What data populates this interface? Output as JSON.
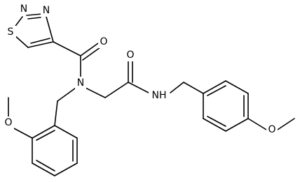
{
  "molecule": {
    "atoms": {
      "thiadiazole_N_top": "N",
      "thiadiazole_N_right": "N",
      "thiadiazole_S": "S",
      "carbonyl_O_1": "O",
      "amide_N": "N",
      "carbonyl_O_2": "O",
      "amide_NH": "NH",
      "methoxy_O_left": "O",
      "methoxy_O_right": "O"
    }
  }
}
